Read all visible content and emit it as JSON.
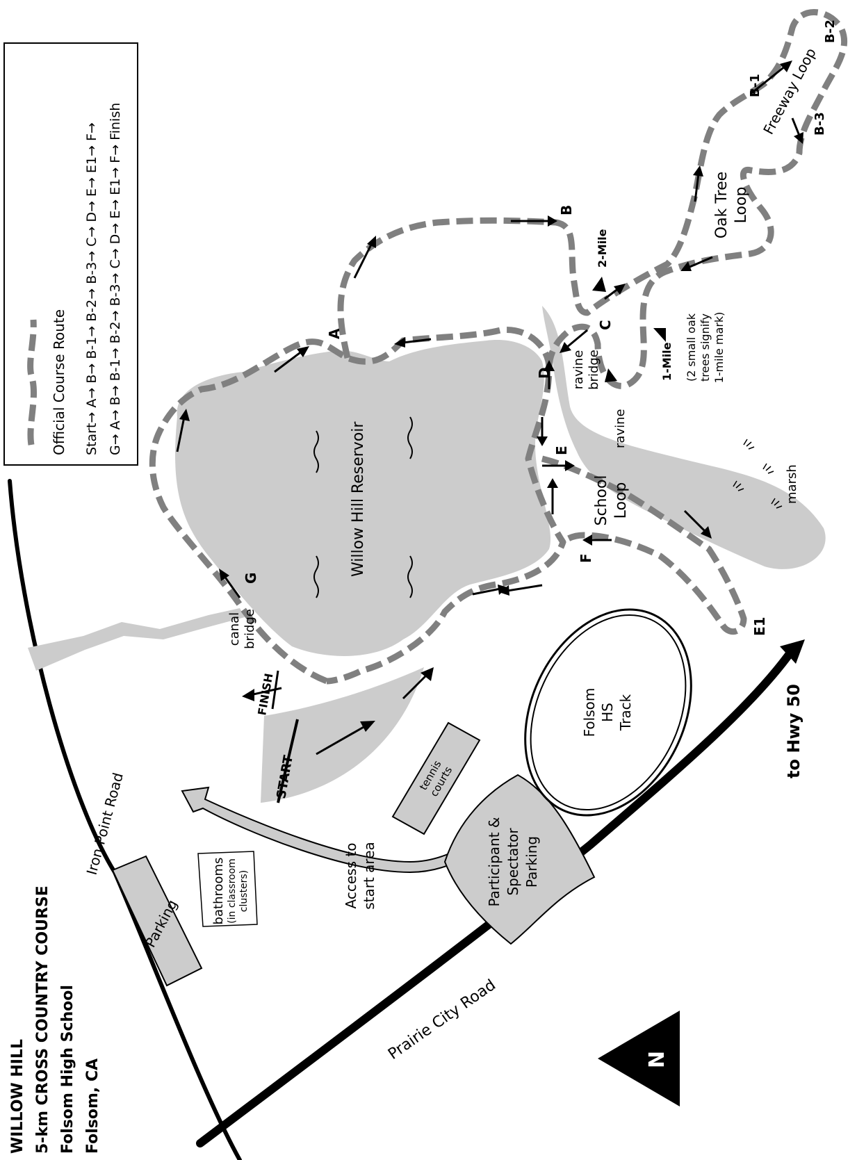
{
  "title": {
    "lines": [
      "WILLOW HILL",
      "5-km CROSS COUNTRY COURSE",
      "Folsom High School",
      "Folsom, CA"
    ]
  },
  "legend": {
    "route_label": "Official Course Route",
    "sequence_1": "Start→ A→ B→ B-1→ B-2→ B-3→ C→ D→ E→ E1→ F→",
    "sequence_2": "G→ A→ B→ B-1→ B-2→ B-3→ C→ D→ E→ E1→ F→  Finish",
    "route_color": "#808080"
  },
  "labels": {
    "reservoir": "Willow Hill Reservoir",
    "ravine_bridge_1": "ravine",
    "ravine_bridge_2": "bridge",
    "ravine": "ravine",
    "marsh": "marsh",
    "school_loop_1": "School",
    "school_loop_2": "Loop",
    "oak_tree_loop_1": "Oak Tree",
    "oak_tree_loop_2": "Loop",
    "freeway_loop": "Freeway Loop",
    "canal_bridge_1": "canal",
    "canal_bridge_2": "bridge",
    "track_1": "Folsom",
    "track_2": "HS",
    "track_3": "Track",
    "tennis_1": "tennis",
    "tennis_2": "courts",
    "parking_lot_1": "Participant &",
    "parking_lot_2": "Spectator",
    "parking_lot_3": "Parking",
    "parking": "Parking",
    "bathrooms_1": "bathrooms",
    "bathrooms_2": "(in classroom",
    "bathrooms_3": "clusters)",
    "access_1": "Access to",
    "access_2": "start area",
    "start": "START",
    "finish": "FINISH",
    "one_mile": "1-Mile",
    "one_mile_note_1": "(2 small oak",
    "one_mile_note_2": "trees signify",
    "one_mile_note_3": "1-mile mark)",
    "two_mile": "2-Mile",
    "north": "N"
  },
  "roads": {
    "iron_point": "Iron Point Road",
    "prairie_city": "Prairie City Road",
    "hwy": "to Hwy 50"
  },
  "checkpoints": {
    "a": "A",
    "b": "B",
    "b1": "B-1",
    "b2": "B-2",
    "b3": "B-3",
    "c": "C",
    "d": "D",
    "e": "E",
    "e1": "E1",
    "f": "F",
    "g": "G"
  }
}
